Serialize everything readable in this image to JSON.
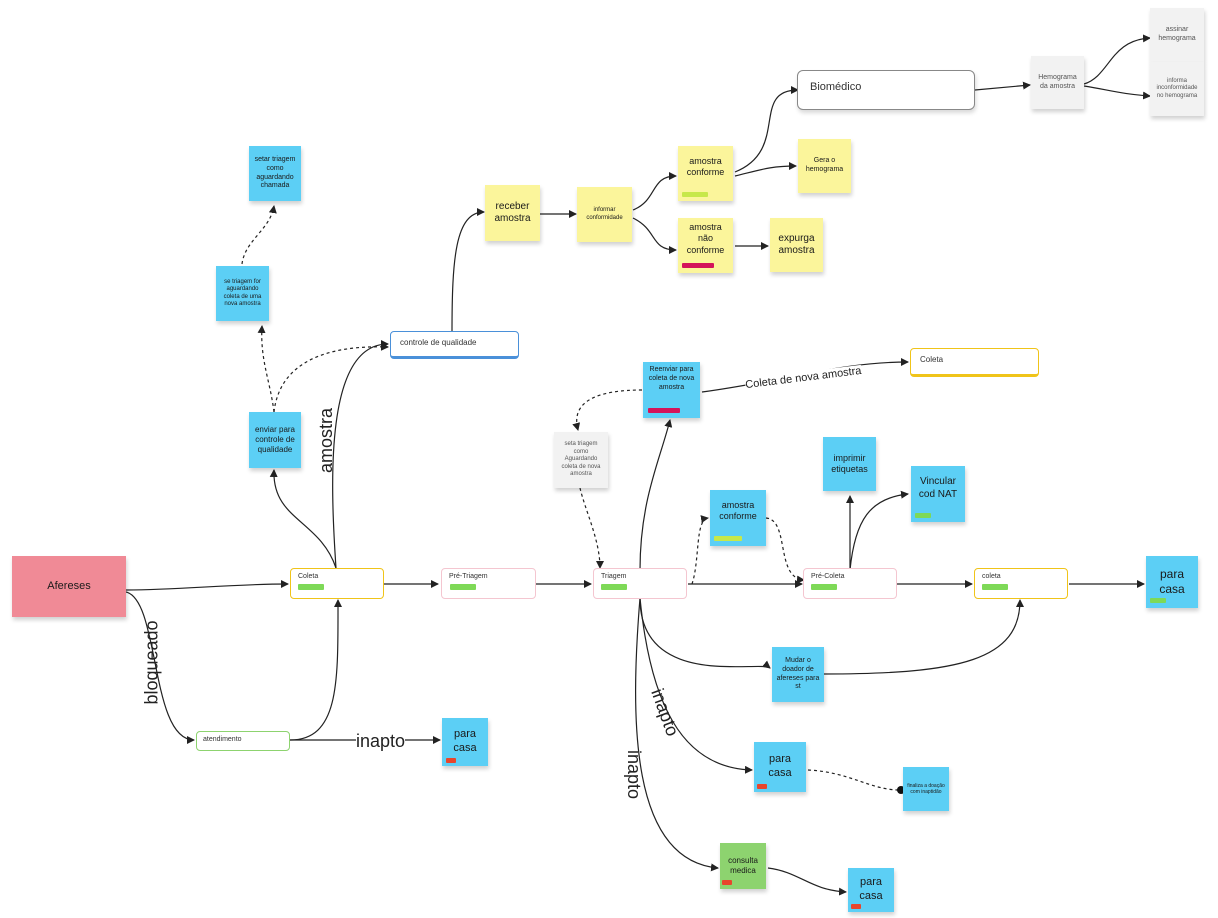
{
  "nodes": {
    "afereses": "Afereses",
    "coleta1": "Coleta",
    "pre_triagem": "Pré-Triagem",
    "triagem": "Triagem",
    "pre_coleta": "Pré-Coleta",
    "coleta2": "coleta",
    "atendimento": "atendimento",
    "para_casa_final": "para casa",
    "para_casa_inapto": "para casa",
    "para_casa_mid": "para casa",
    "para_casa_bottom": "para casa",
    "consulta_medica": "consulta medica",
    "finaliza": "finaliza a doação com inaptidão",
    "mudar_doador": "Mudar o doador de afereses para st",
    "amostra_conforme_mid": "amostra conforme",
    "imprimir_etiquetas": "imprimir etiquetas",
    "vincular_nat": "Vincular cod NAT",
    "reenviar_coleta": "Reenviar para coleta de nova amostra",
    "coleta_top": "Coleta",
    "seta_triagem_aguardando": "seta triagem como Aguardando coleta de nova amostra",
    "enviar_qualidade": "enviar para controle de qualidade",
    "se_triagem": "se triagem for aguardando coleta de uma nova amostra",
    "setar_triagem": "setar triagem como aguardando chamada",
    "controle_qualidade": "controle de qualidade",
    "receber_amostra": "receber amostra",
    "informar_conformidade": "informar conformidade",
    "amostra_conforme_top": "amostra conforme",
    "amostra_nao_conforme": "amostra não conforme",
    "expurga_amostra": "expurga amostra",
    "gera_hemograma": "Gera o hemograma",
    "biomedico": "Biomédico",
    "hemograma_amostra": "Hemograma da amostra",
    "assinar_hemograma": "assinar hemograma",
    "informa_inconformidade": "informa inconformidade no hemograma"
  },
  "edge_labels": {
    "bloqueado": "bloqueado",
    "amostra": "amostra",
    "inapto_left": "inapto",
    "inapto_mid": "inapto",
    "inapto_low": "inapto",
    "coleta_nova_amostra": "Coleta de nova amostra"
  },
  "colors": {
    "sticky_blue": "#5ccff5",
    "sticky_yellow": "#fbf59b",
    "sticky_green": "#8dd36f",
    "sticky_pink": "#f08a96",
    "sticky_gray": "#f2f2f2",
    "tag_green": "#7ed957",
    "tag_red": "#e8452c",
    "tag_magenta": "#d4145a",
    "tag_lime": "#c7e84a"
  }
}
